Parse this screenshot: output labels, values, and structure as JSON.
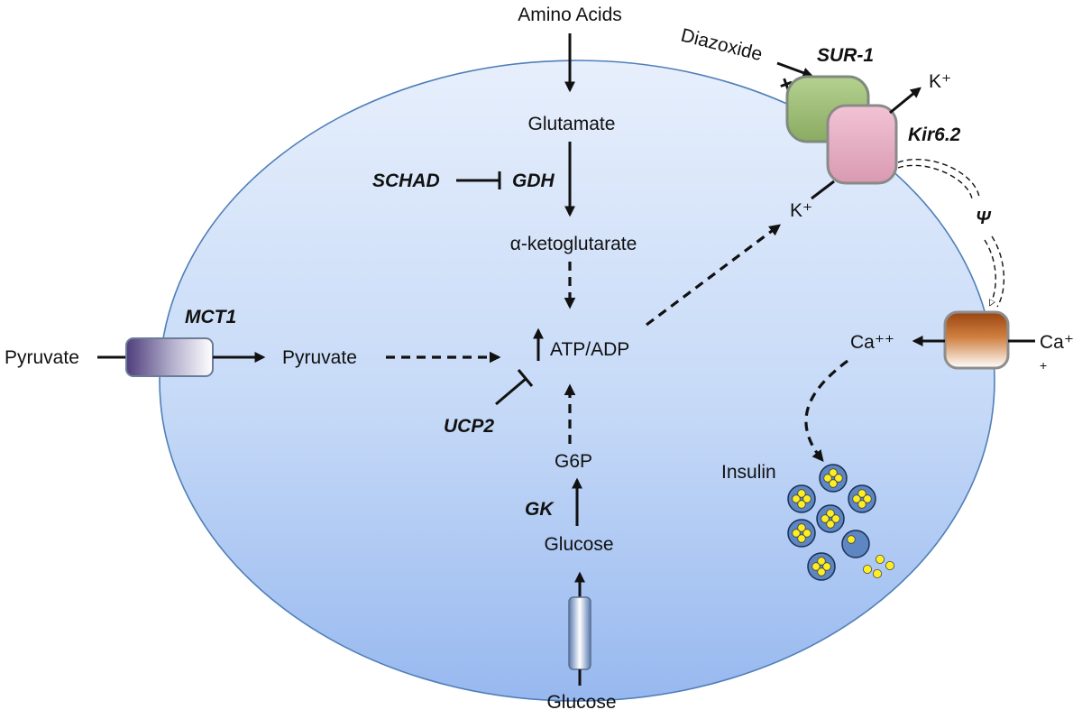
{
  "labels": {
    "amino_acids": "Amino Acids",
    "glutamate": "Glutamate",
    "gdh": "GDH",
    "schad": "SCHAD",
    "akg": "α-ketoglutarate",
    "atp_adp": "ATP/ADP",
    "pyruvate_out": "Pyruvate",
    "pyruvate_in": "Pyruvate",
    "mct1": "MCT1",
    "ucp2": "UCP2",
    "g6p": "G6P",
    "gk": "GK",
    "glucose_in": "Glucose",
    "glucose_out": "Glucose",
    "diazoxide": "Diazoxide",
    "plus": "+",
    "sur1": "SUR-1",
    "kir62": "Kir6.2",
    "k_out": "K⁺",
    "k_in": "K⁺",
    "psi": "Ψ",
    "ca_in": "Ca⁺⁺",
    "ca_out_1": "Ca⁺",
    "ca_out_2": "+",
    "insulin": "Insulin"
  },
  "colors": {
    "cell_top": "#e6eefc",
    "cell_bottom": "#9fbff0",
    "cell_stroke": "#4f7fb8",
    "sur1": "#9dbf73",
    "kir62": "#e6a9bf",
    "ca_channel": "#b75a1e",
    "mct1": "#5b4a86",
    "glut": "#7a98c4",
    "granule": "#5d86c2",
    "insulin_dot": "#ffee22"
  }
}
